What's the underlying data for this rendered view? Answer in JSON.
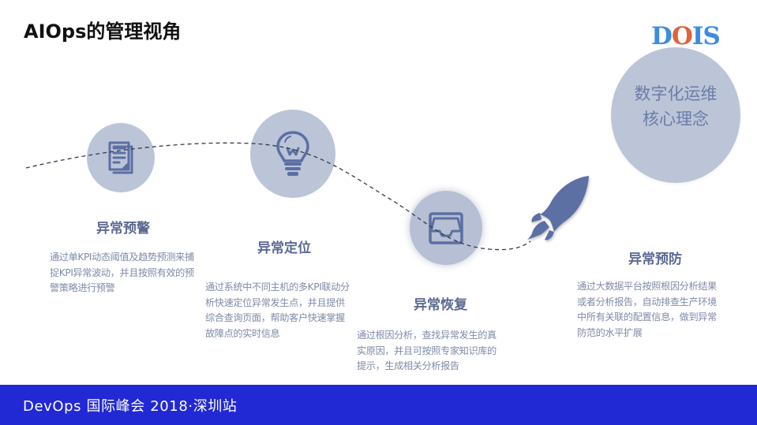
{
  "slide": {
    "title": "AIOps的管理视角",
    "logo": {
      "letters": [
        {
          "char": "D",
          "color": "#3a8ee0"
        },
        {
          "char": "O",
          "color": "#e0623a"
        },
        {
          "char": "I",
          "color": "#3a8ee0"
        },
        {
          "char": "S",
          "color": "#3a8ee0"
        }
      ]
    },
    "core_concept": {
      "line1": "数字化运维",
      "line2": "核心理念"
    },
    "steps": [
      {
        "icon": "document-icon",
        "title": "异常预警",
        "desc": [
          "通过单KPI动态阈值及趋势预测来捕",
          "捉KPI异常波动，并且按照有效的预",
          "警策略进行预警"
        ]
      },
      {
        "icon": "lightbulb-icon",
        "title": "异常定位",
        "desc": [
          "通过系统中不同主机的多KPI联动分",
          "析快速定位异常发生点，并且提供",
          "综合查询页面，帮助客户快速掌握",
          "故障点的实时信息"
        ]
      },
      {
        "icon": "inbox-tray-icon",
        "title": "异常恢复",
        "desc": [
          "通过根因分析，查找异常发生的真",
          "实原因，并且可按照专家知识库的",
          "提示，生成相关分析报告"
        ]
      },
      {
        "icon": "rocket-icon",
        "title": "异常预防",
        "desc": [
          "通过大数据平台按照根因分析结果",
          "或者分析报告，自动排查生产环境",
          "中所有关联的配置信息，做到异常",
          "防范的水平扩展"
        ]
      }
    ],
    "colors": {
      "icon_fill": "#5b6fa3",
      "circle_fill": "#bcc4d8",
      "footer_bg": "#2129d4"
    }
  },
  "footer": {
    "text": "DevOps 国际峰会 2018·深圳站"
  }
}
